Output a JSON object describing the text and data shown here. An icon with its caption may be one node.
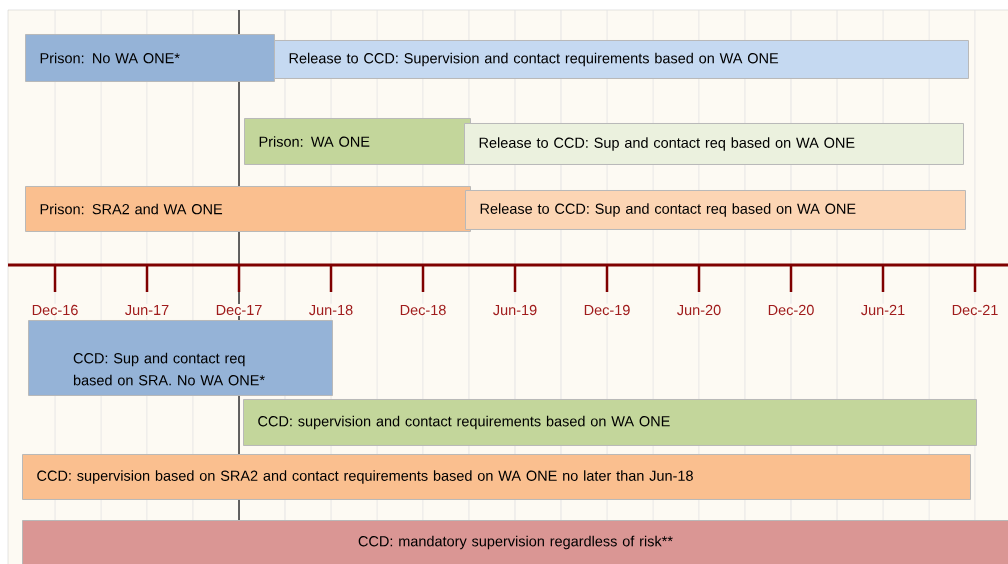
{
  "diagram": {
    "nodes": [
      {
        "text": [
          "Prison: No WA ONE*"
        ]
      },
      {
        "text": [
          "Release to CCD: Supervision and contact requirements based on WA ONE"
        ]
      },
      {
        "text": [
          "Prison: WA ONE"
        ]
      },
      {
        "text": [
          "Release to CCD: Sup and contact req based on WA ONE"
        ]
      },
      {
        "text": [
          "Prison: SRA2 and WA ONE"
        ]
      },
      {
        "text": [
          "Release to CCD: Sup and contact req based on WA ONE"
        ]
      },
      {
        "text": [
          "CCD: Sup and contact req based on SRA. No WA ONE*"
        ]
      },
      {
        "text": [
          "CCD: supervision and contact requirements based on WA ONE"
        ]
      },
      {
        "text": [
          "CCD: supervision based on SRA2 and contact requirements based on WA ONE no later than Jun-18"
        ]
      },
      {
        "text": [
          "CCD: mandatory supervision regardless of risk**"
        ]
      }
    ],
    "labels": [
      "Dec-16",
      "Jun-17",
      "Dec-17",
      "Jun-18",
      "Dec-18",
      "Jun-19",
      "Dec-19",
      "Jun-20",
      "Dec-20",
      "Jun-21",
      "Dec-21"
    ]
  }
}
